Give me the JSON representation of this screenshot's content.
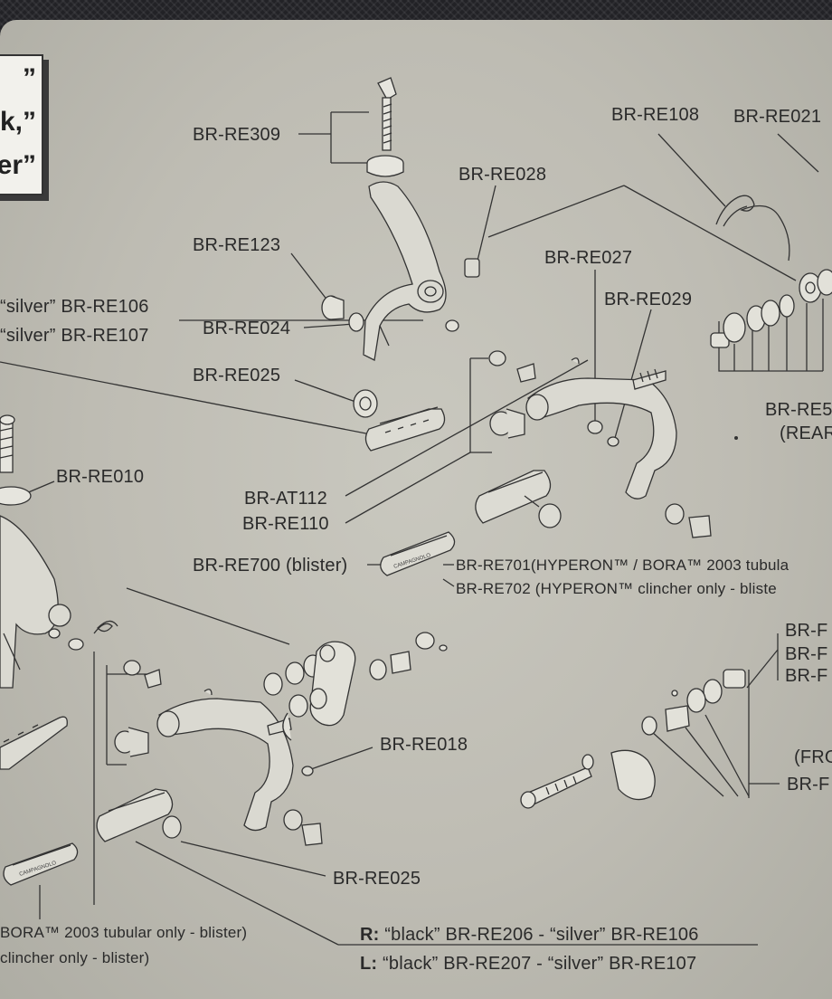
{
  "badge": {
    "line1": "”",
    "line2": "k,”",
    "line3": "er”"
  },
  "labels": {
    "re309": "BR-RE309",
    "re028": "BR-RE028",
    "re108": "BR-RE108",
    "re021": "BR-RE021",
    "re123": "BR-RE123",
    "re027": "BR-RE027",
    "re029": "BR-RE029",
    "silver106": "“silver” BR-RE106",
    "silver107": "“silver” BR-RE107",
    "re024": "BR-RE024",
    "re025_top": "BR-RE025",
    "re5_partial": "BR-RE5",
    "rear_partial": "(REAR",
    "re010": "BR-RE010",
    "at112": "BR-AT112",
    "re110": "BR-RE110",
    "re700": "BR-RE700 (blister)",
    "re701": "BR-RE701(HYPERON™ / BORA™ 2003 tubula",
    "re702": "BR-RE702 (HYPERON™ clincher only - bliste",
    "brf1": "BR-F",
    "brf2": "BR-F",
    "brf3": "BR-F",
    "re018": "BR-RE018",
    "front_partial": "(FRO",
    "brf4": "BR-F",
    "re025_bottom": "BR-RE025",
    "bora_bottom": "BORA™ 2003 tubular only - blister)",
    "clincher_bottom": "clincher only - blister)",
    "r_key": "R:",
    "r_text": "“black” BR-RE206 - “silver” BR-RE106",
    "l_key": "L:",
    "l_text": "“black” BR-RE207 - “silver” BR-RE107"
  },
  "pad_markings": {
    "top_pad": "CAMPAGNOLO",
    "bottom_pad": "CAMPAGNOLO"
  },
  "colors": {
    "paper": "#c4c3ba",
    "ink": "#2a2a2a",
    "cloth": "#222226"
  }
}
